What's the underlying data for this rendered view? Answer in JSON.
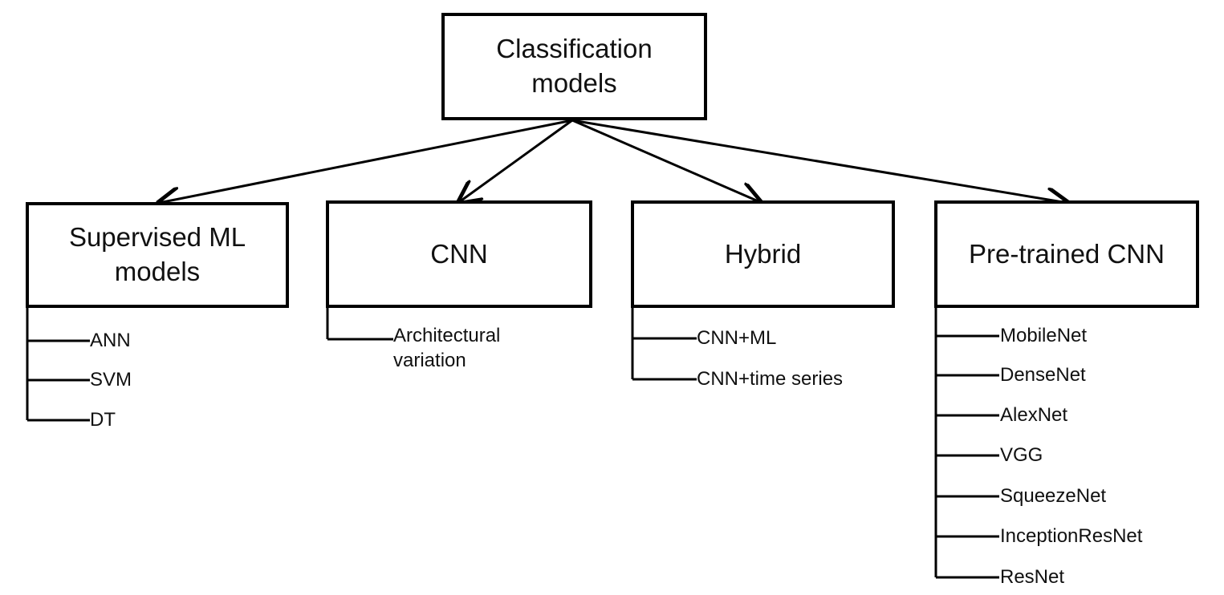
{
  "root": {
    "line1": "Classification",
    "line2": "models"
  },
  "categories": [
    {
      "line1": "Supervised ML",
      "line2": "models",
      "children": [
        "ANN",
        "SVM",
        "DT"
      ]
    },
    {
      "line1": "CNN",
      "line2": "",
      "children": [
        "Architectural\nvariation"
      ]
    },
    {
      "line1": "Hybrid",
      "line2": "",
      "children": [
        "CNN+ML",
        "CNN+time series"
      ]
    },
    {
      "line1": "Pre-trained CNN",
      "line2": "",
      "children": [
        "MobileNet",
        "DenseNet",
        "AlexNet",
        "VGG",
        "SqueezeNet",
        "InceptionResNet",
        "ResNet"
      ]
    }
  ]
}
